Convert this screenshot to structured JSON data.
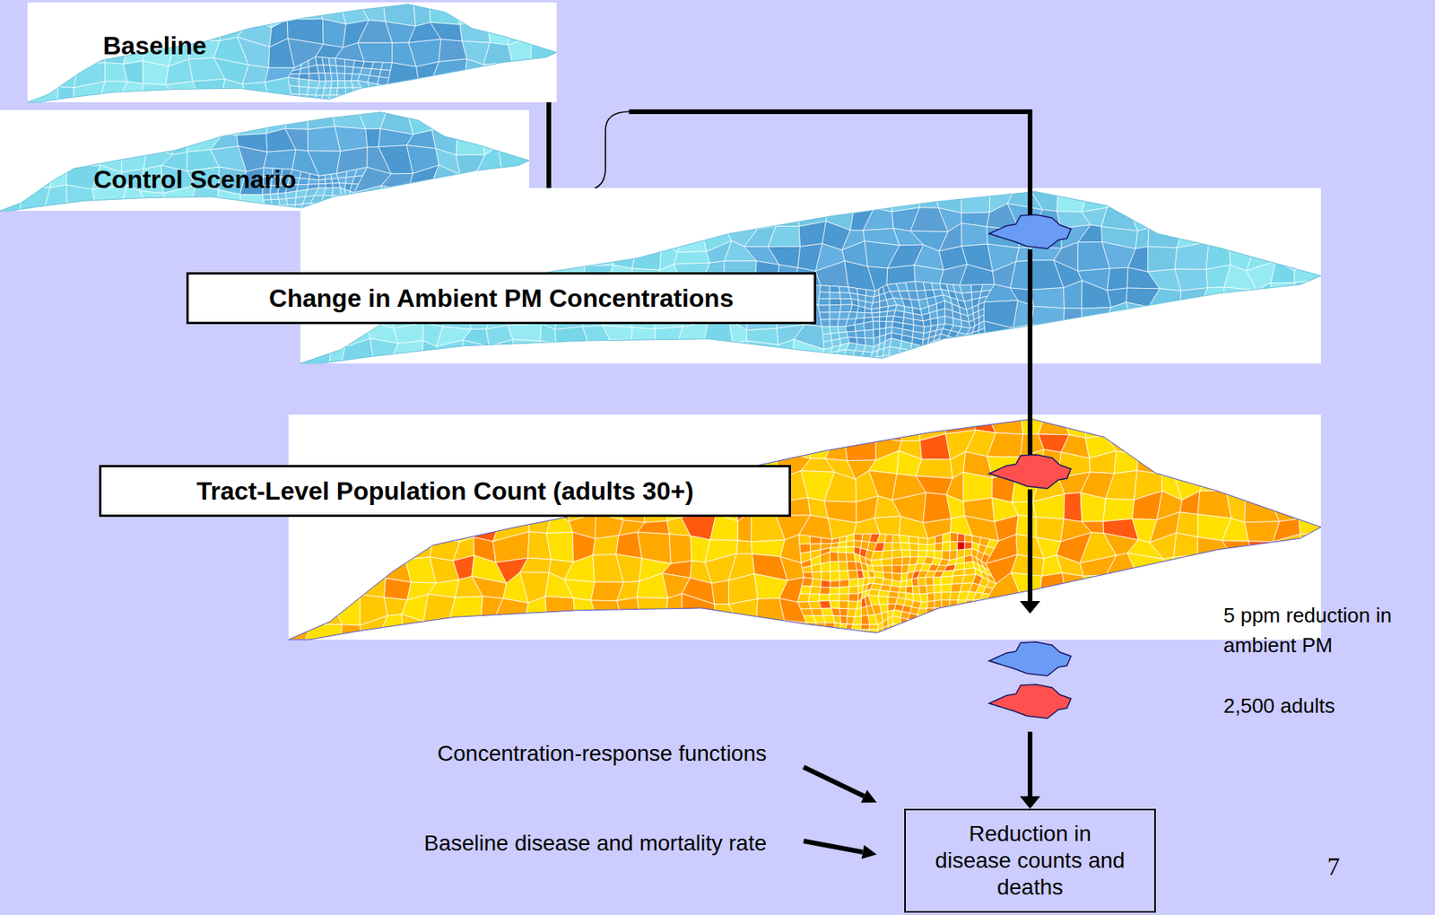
{
  "diagram": {
    "nodes": [
      {
        "text": [
          "Baseline"
        ]
      },
      {
        "text": [
          "Control Scenario"
        ]
      },
      {
        "text": [
          "Change in Ambient PM Concentrations"
        ]
      },
      {
        "text": [
          "Tract-Level Population Count (adults 30+)"
        ]
      },
      {
        "text": [
          "Reduction in disease counts and deaths"
        ]
      }
    ],
    "edges": [
      {
        "from": 0,
        "to": 2,
        "arrow": "none"
      },
      {
        "from": 1,
        "to": 2,
        "arrow": "none"
      },
      {
        "from": 2,
        "to": 3,
        "arrow": "none"
      },
      {
        "from": 3,
        "to": 4,
        "arrow": "to"
      }
    ],
    "labels": [
      "5 ppm reduction in ambient PM",
      "2,500 adults",
      "Concentration-response functions",
      "Baseline disease and mortality rate",
      "7"
    ]
  }
}
